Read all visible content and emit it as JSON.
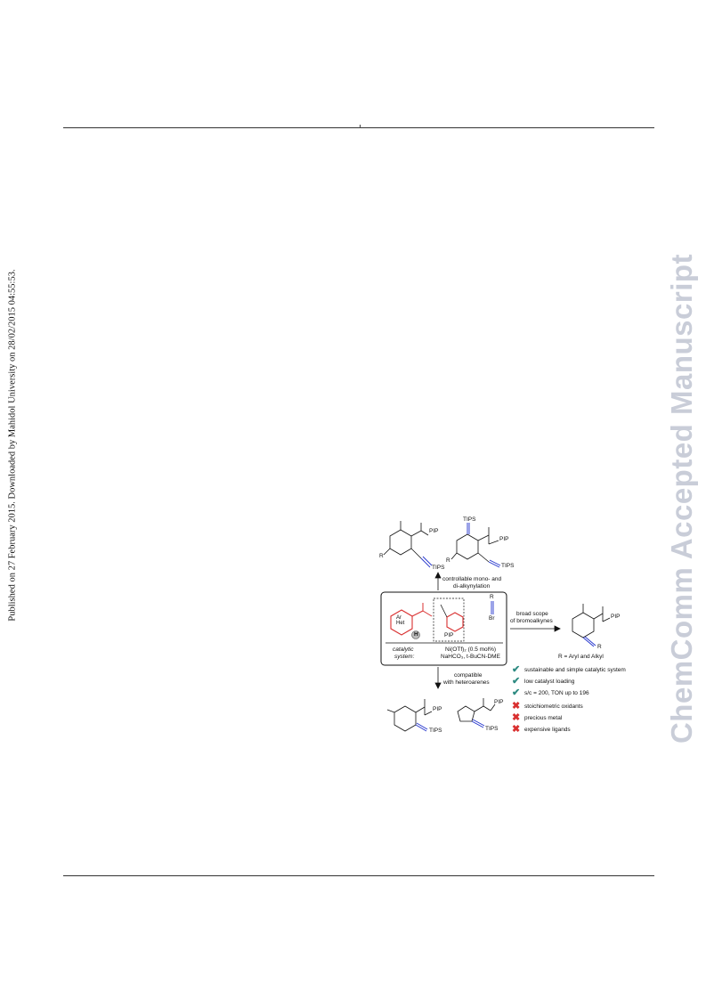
{
  "margin_note": "Published on 27 February 2015. Downloaded by Mahidol University on 28/02/2015 04:55:53.",
  "watermark": "ChemComm Accepted Manuscript",
  "graphical_abstract": {
    "top_label_line1": "controllable mono- and",
    "top_label_line2": "di-alkynylation",
    "right_label_line1": "broad scope",
    "right_label_line2": "of bromoalkynes",
    "bottom_label_line1": "compatible",
    "bottom_label_line2": "with heteroarenes",
    "catalytic_line1": "catalytic",
    "catalytic_line2": "system:",
    "conditions_line1": "Ni(OTf)₂ (0.5 mol%)",
    "conditions_line2": "NaHCO₃, t-BuCN-DME",
    "r_aryl_alkyl": "R = Aryl and Alkyl",
    "pip": "PIP",
    "tips": "TIPS",
    "r": "R",
    "h": "H",
    "br": "Br",
    "ar_het": "Ar\nHet",
    "benefits": [
      {
        "text": "sustainable and simple catalytic system",
        "status": "check-icon"
      },
      {
        "text": "low catalyst loading",
        "status": "check-icon"
      },
      {
        "text": "s/c = 200, TON up to 196",
        "status": "check-icon"
      },
      {
        "text": "stoichiometric oxidants",
        "status": "cross-icon"
      },
      {
        "text": "precious metal",
        "status": "cross-icon"
      },
      {
        "text": "expensive ligands",
        "status": "cross-icon"
      }
    ],
    "colors": {
      "ring_red": "#d93030",
      "alkyne_blue": "#2233cc",
      "check": "#2e8b82",
      "cross": "#d93030"
    }
  }
}
